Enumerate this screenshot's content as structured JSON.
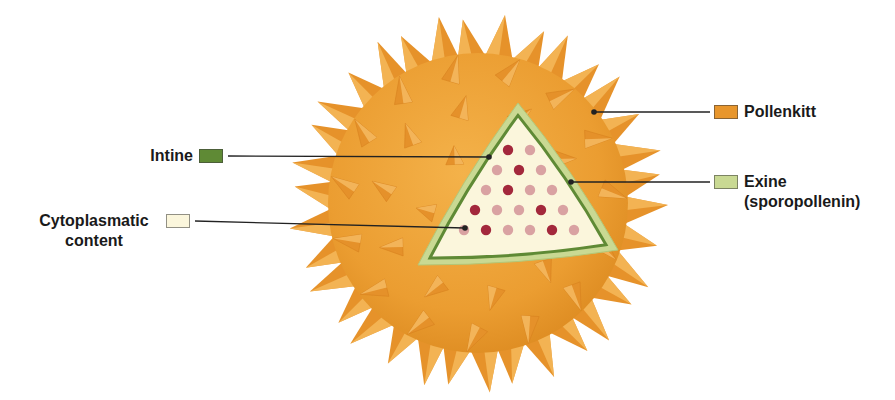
{
  "diagram": {
    "legend": [
      {
        "text": "Pollenkitt",
        "color": "#e8962c"
      },
      {
        "text": "Intine",
        "color": "#5f8a35"
      },
      {
        "text": "Exine (sporopollenin)",
        "color": "#c9d993"
      },
      {
        "text": "Cytoplasmatic content",
        "color": "#fbf6dc"
      }
    ]
  }
}
